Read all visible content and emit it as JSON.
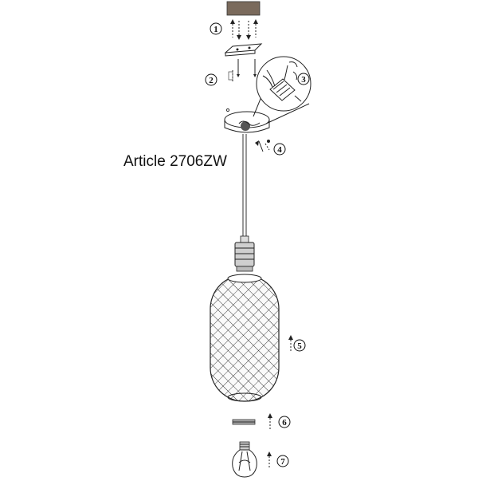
{
  "article_label": "Article 2706ZW",
  "steps": [
    {
      "number": "1"
    },
    {
      "number": "2"
    },
    {
      "number": "3"
    },
    {
      "number": "4"
    },
    {
      "number": "5"
    },
    {
      "number": "6"
    },
    {
      "number": "7"
    }
  ],
  "colors": {
    "line": "#222222",
    "ceiling_plate": "#7a6a5c",
    "background": "#ffffff"
  }
}
